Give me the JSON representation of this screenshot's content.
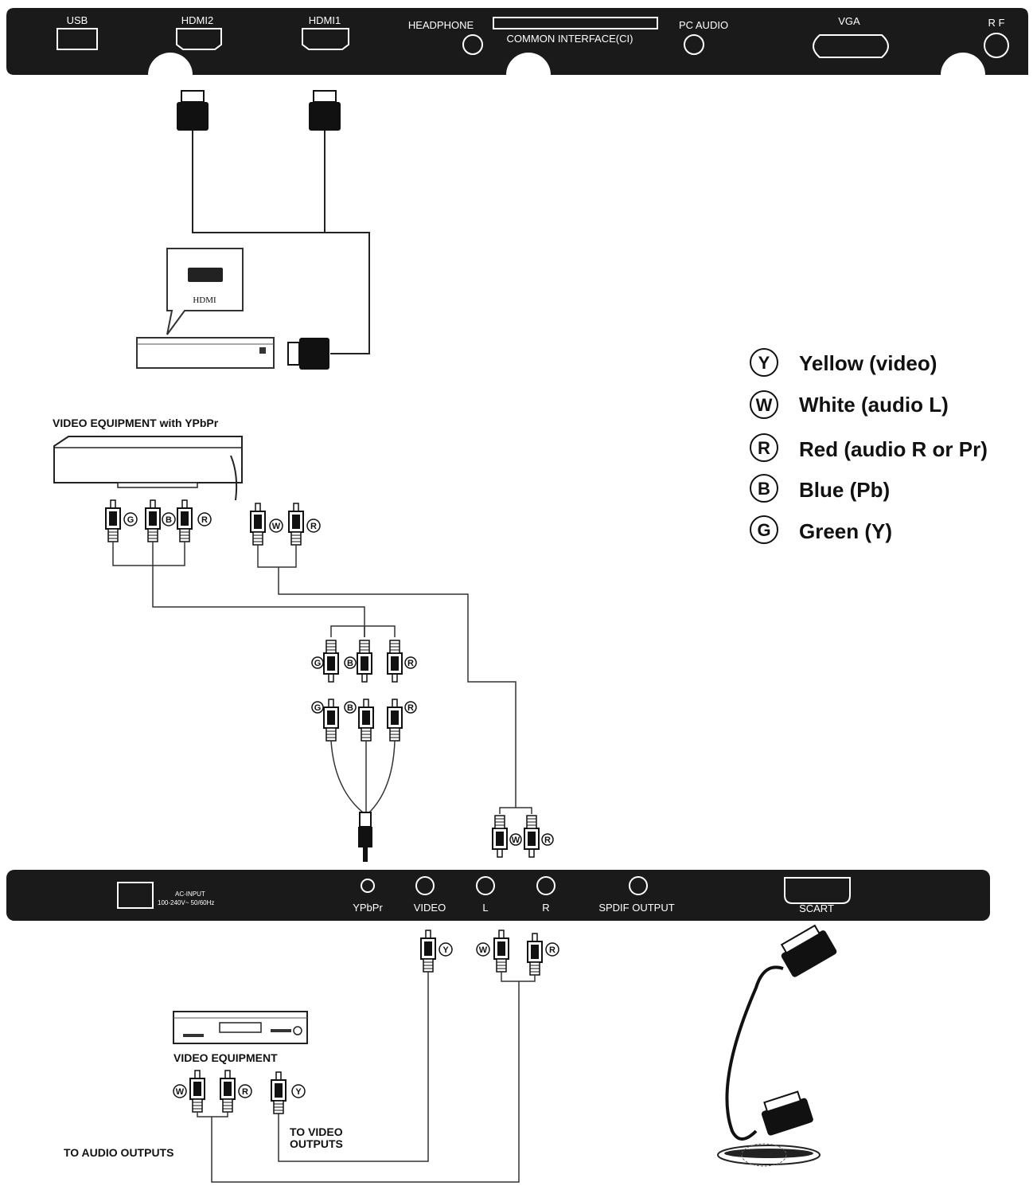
{
  "top_panel": {
    "usb": "USB",
    "hdmi2": "HDMI2",
    "hdmi1": "HDMI1",
    "headphone": "HEADPHONE",
    "common_interface": "COMMON INTERFACE(CI)",
    "pc_audio": "PC AUDIO",
    "vga": "VGA",
    "rf": "R F"
  },
  "hdmi_device": {
    "label": "HDMI"
  },
  "ypbpr_equipment": {
    "label": "VIDEO EQUIPMENT with YPbPr"
  },
  "legend": [
    {
      "letter": "Y",
      "text": "Yellow (video)"
    },
    {
      "letter": "W",
      "text": "White (audio L)"
    },
    {
      "letter": "R",
      "text": "Red (audio R or Pr)"
    },
    {
      "letter": "B",
      "text": "Blue (Pb)"
    },
    {
      "letter": "G",
      "text": "Green (Y)"
    }
  ],
  "bottom_panel": {
    "ac_input": "AC-INPUT",
    "ac_spec": "100-240V~ 50/60Hz",
    "ypbpr": "YPbPr",
    "video": "VIDEO",
    "l": "L",
    "r": "R",
    "spdif": "SPDIF OUTPUT",
    "scart": "SCART"
  },
  "video_equipment": {
    "label": "VIDEO EQUIPMENT"
  },
  "to_audio_outputs": "TO AUDIO OUTPUTS",
  "to_video_outputs_1": "TO VIDEO",
  "to_video_outputs_2": "OUTPUTS",
  "badges": {
    "y": "Y",
    "w": "W",
    "r": "R",
    "b": "B",
    "g": "G"
  },
  "colors": {
    "panel": "#1a1a1a",
    "line": "#222222",
    "background": "#ffffff"
  }
}
